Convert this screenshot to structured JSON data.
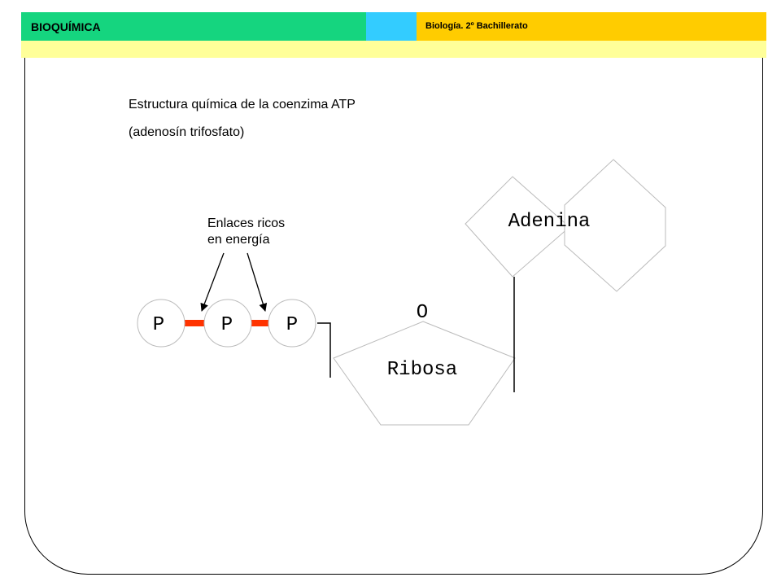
{
  "header": {
    "title": "BIOQUÍMICA",
    "course": "Biología. 2º Bachillerato",
    "colors": {
      "green": "#15d57f",
      "cyan": "#33ccff",
      "yellow": "#ffcc00",
      "subbar": "#ffff99"
    }
  },
  "diagram": {
    "title_line1": "Estructura química de la coenzima ATP",
    "title_line2": "(adenosín trifosfato)",
    "note_line1": "Enlaces ricos",
    "note_line2": "en energía",
    "phosphates": [
      "P",
      "P",
      "P"
    ],
    "ring_oxygen": "O",
    "sugar_label": "Ribosa",
    "base_label": "Adenina",
    "bond_color": "#ff3300"
  }
}
